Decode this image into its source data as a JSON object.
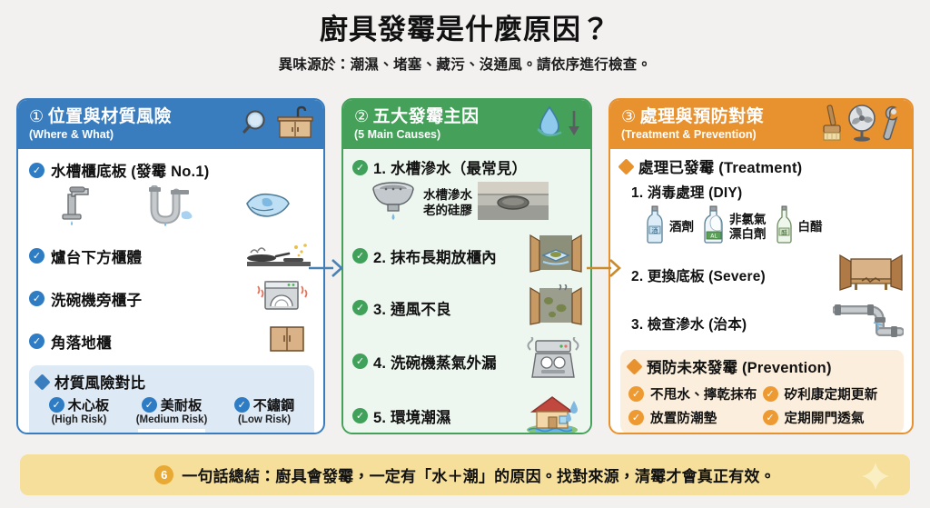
{
  "header": {
    "title": "廚具發霉是什麼原因？",
    "subtitle": "異味源於：潮濕、堵塞、藏污、沒通風。請依序進行檢查。"
  },
  "colors": {
    "blue": "#3A7DBF",
    "green": "#45A05A",
    "orange": "#E8912F",
    "footer_bg": "#F5DF9A"
  },
  "panel1": {
    "number": "①",
    "title": "位置與材質風險",
    "subtitle": "(Where & What)",
    "icons": [
      "magnifier-icon",
      "sink-cabinet-icon"
    ],
    "locations": [
      {
        "label": "水槽櫃底板 (發霉 No.1)",
        "icon": "faucet-pipe-icon"
      },
      {
        "label": "爐台下方櫃體",
        "icon": "stove-pan-icon"
      },
      {
        "label": "洗碗機旁櫃子",
        "icon": "dishwasher-heat-icon"
      },
      {
        "label": "角落地櫃",
        "icon": "corner-cabinet-icon"
      }
    ],
    "illustration_row": [
      "faucet-icon",
      "p-trap-icon",
      "wet-cloth-icon"
    ],
    "materials_heading": "材質風險對比",
    "materials": [
      {
        "name": "木心板",
        "risk": "(High Risk)",
        "icon": "moldy-wood-cabinet-icon"
      },
      {
        "name": "美耐板",
        "risk": "(Medium Risk)",
        "icon": "laminate-board-icon"
      },
      {
        "name": "不鏽鋼",
        "risk": "(Low Risk)",
        "icon": "stainless-cabinet-icon"
      }
    ]
  },
  "panel2": {
    "number": "②",
    "title": "五大發霉主因",
    "subtitle": "(5 Main Causes)",
    "icons": [
      "water-drop-icon",
      "down-arrow-icon"
    ],
    "causes": [
      {
        "label": "1. 水槽滲水（最常見）",
        "callout": "水槽滲水\n老的硅膠",
        "callout_line1": "水槽滲水",
        "callout_line2": "老的硅膠",
        "icons": [
          "sink-drain-icon",
          "silicone-seal-icon"
        ]
      },
      {
        "label": "2. 抹布長期放櫃內",
        "icon": "cabinet-cloth-icon"
      },
      {
        "label": "3. 通風不良",
        "icon": "moldy-cabinet-icon"
      },
      {
        "label": "4. 洗碗機蒸氣外漏",
        "icon": "dishwasher-steam-icon"
      },
      {
        "label": "5. 環境潮濕",
        "icon": "humid-house-icon"
      }
    ]
  },
  "panel3": {
    "number": "③",
    "title": "處理與預防對策",
    "subtitle": "(Treatment & Prevention)",
    "icons": [
      "brush-icon",
      "fan-icon",
      "wrench-icon"
    ],
    "treatment_heading": "處理已發霉 (Treatment)",
    "treatment_steps": [
      {
        "label": "1. 消毒處理 (DIY)"
      },
      {
        "label": "2. 更換底板 (Severe)",
        "icon": "replace-base-board-icon"
      },
      {
        "label": "3. 檢查滲水 (治本)",
        "icon": "pipe-leak-icon"
      }
    ],
    "agents": [
      {
        "label": "酒劑",
        "bottle": "酒",
        "icon": "alcohol-bottle-icon"
      },
      {
        "label_line1": "非氯氣",
        "label_line2": "漂白劑",
        "bottle": "AL",
        "icon": "bleach-bottle-icon"
      },
      {
        "label": "白醋",
        "bottle": "醋",
        "icon": "vinegar-bottle-icon"
      }
    ],
    "prevention_heading": "預防未來發霉 (Prevention)",
    "prevention": [
      "不甩水、擰乾抹布",
      "矽利康定期更新",
      "放置防潮墊",
      "定期開門透氣"
    ]
  },
  "footer": {
    "badge": "6",
    "text": "一句話總結：廚具會發霉，一定有「水＋潮」的原因。找對來源，清霉才會真正有效。",
    "icon": "sparkle-icon"
  }
}
